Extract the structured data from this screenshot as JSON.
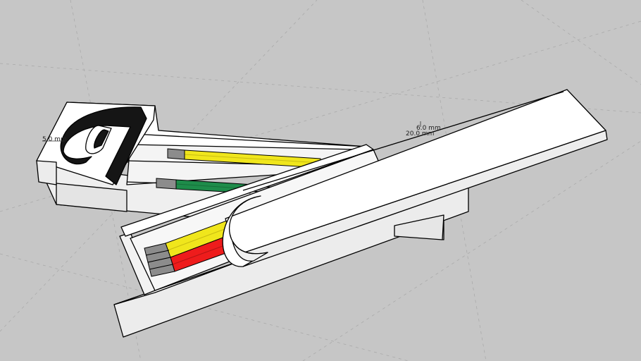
{
  "viewport": {
    "background": "#c6c6c6",
    "guide_color": "#a9a9a9"
  },
  "dimensions": {
    "label_1": "5.0 mm",
    "label_2": "6.0 mm",
    "label_3": "20.0 mm"
  },
  "model": {
    "body_color": "#ffffff",
    "shade_color": "#e7e7e7",
    "edge_color": "#000000",
    "pencil_colors": {
      "yellow": "#f0e61c",
      "green": "#1e8c4a",
      "red": "#ee1c1c",
      "ferrule": "#8c8c8c"
    }
  }
}
